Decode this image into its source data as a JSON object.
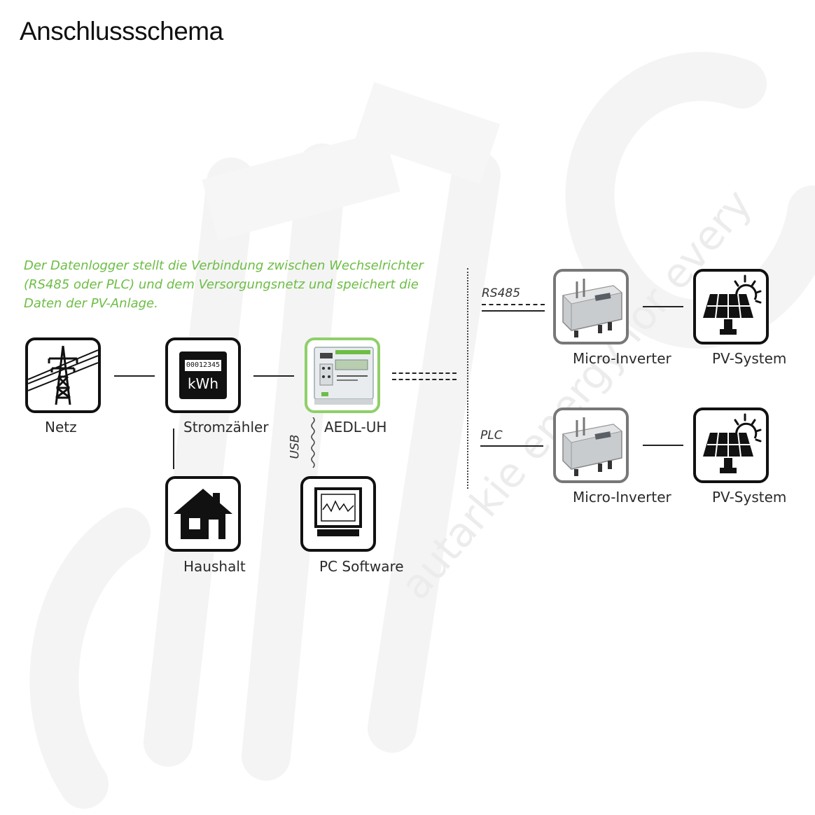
{
  "page": {
    "title": "Anschlussschema",
    "description": "Der Datenlogger stellt die Verbindung zwischen Wechselrichter (RS485 oder PLC) und dem Versorgungsnetz und speichert die Daten der PV-Anlage."
  },
  "nodes": {
    "netz": {
      "label": "Netz",
      "icon": "power-pylon-icon"
    },
    "stromzaehler": {
      "label": "Stromzähler",
      "icon": "electric-meter-icon",
      "display_number": "00012345",
      "display_unit": "kWh"
    },
    "aedl": {
      "label": "AEDL-UH",
      "icon": "datalogger-device-icon"
    },
    "haushalt": {
      "label": "Haushalt",
      "icon": "house-icon"
    },
    "pc": {
      "label": "PC Software",
      "icon": "monitor-icon"
    },
    "inverter_rs485": {
      "label": "Micro-Inverter",
      "icon": "micro-inverter-icon"
    },
    "pv_rs485": {
      "label": "PV-System",
      "icon": "solar-panel-icon"
    },
    "inverter_plc": {
      "label": "Micro-Inverter",
      "icon": "micro-inverter-icon"
    },
    "pv_plc": {
      "label": "PV-System",
      "icon": "solar-panel-icon"
    }
  },
  "connections": {
    "usb_label": "USB",
    "rs485_label": "RS485",
    "plc_label": "PLC"
  },
  "watermark": {
    "text": "autarkie energy for every"
  },
  "colors": {
    "accent_green": "#6dbd45",
    "box_border": "#111111",
    "aedl_border": "#8fcf6a",
    "inverter_border": "#777777"
  }
}
